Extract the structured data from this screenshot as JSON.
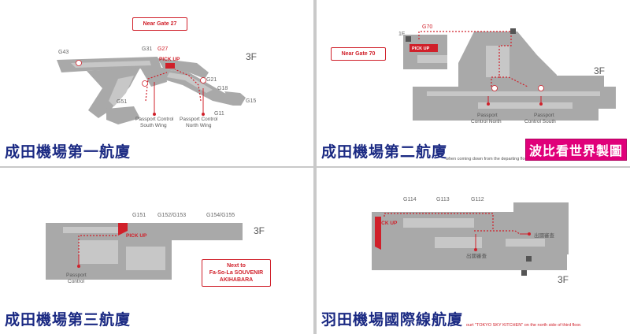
{
  "panels": {
    "narita_t1": {
      "title": "成田機場第一航廈",
      "callout": "Near Gate 27",
      "floor": "3F",
      "pickup": "PICK UP",
      "gates": [
        "G43",
        "G31",
        "G27",
        "G21",
        "G18",
        "G15",
        "G51",
        "G11"
      ],
      "controls": [
        {
          "line1": "Passport Control",
          "line2": "South Wing"
        },
        {
          "line1": "Passport Control",
          "line2": "North Wing"
        }
      ]
    },
    "narita_t2": {
      "title": "成田機場第二航廈",
      "note": "when coming down from the departing floor on the third floor to the first floor.",
      "callout": "Near Gate 70",
      "floor": "3F",
      "floor_1f": "1F",
      "gate": "G70",
      "pickup": "PICK UP",
      "controls": [
        {
          "line1": "Passport",
          "line2": "Control North"
        },
        {
          "line1": "Passport",
          "line2": "Control South"
        }
      ],
      "stamp": "波比看世界製圖"
    },
    "narita_t3": {
      "title": "成田機場第三航廈",
      "gates": [
        "G151",
        "G152/G153",
        "G154/G155"
      ],
      "floor": "3F",
      "pickup": "PICK UP",
      "control": {
        "line1": "Passport",
        "line2": "Control"
      },
      "callout": {
        "line1": "Next to",
        "line2": "Fa-So-La SOUVENIR",
        "line3": "AKIHABARA"
      }
    },
    "haneda_intl": {
      "title": "羽田機場國際線航廈",
      "note": "ourt \"TOKYO SKY KITCHEN\" on the north side of third floor.",
      "gates": [
        "G114",
        "G113",
        "G112"
      ],
      "floor": "3F",
      "pickup": "PICK UP",
      "immigration": [
        "出國審查",
        "出國審查"
      ]
    }
  },
  "colors": {
    "accent": "#d0202a",
    "title": "#1b2a83",
    "building": "#a8a8a8",
    "stamp": "#e0007a"
  }
}
